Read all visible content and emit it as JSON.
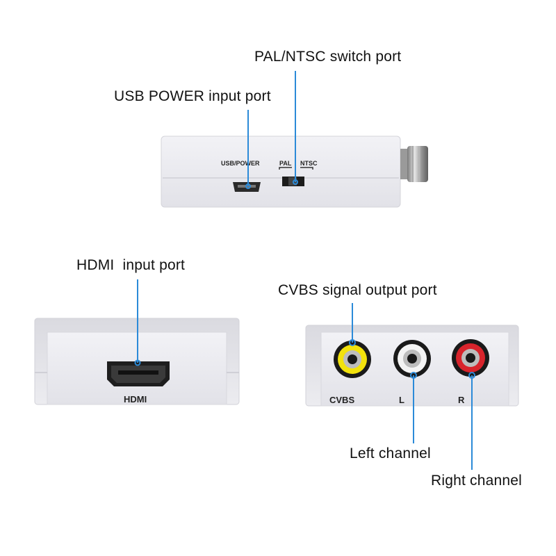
{
  "callouts": {
    "pal_ntsc_switch": "PAL/NTSC switch port",
    "usb_power_input": "USB POWER input port",
    "hdmi_input": "HDMI  input port",
    "cvbs_output": "CVBS signal output port",
    "left_channel": "Left channel",
    "right_channel": "Right channel"
  },
  "device_labels": {
    "usb_power": "USB/POWER",
    "pal": "PAL",
    "ntsc": "NTSC",
    "hdmi": "HDMI",
    "cvbs": "CVBS",
    "left": "L",
    "right": "R"
  },
  "colors": {
    "leader_line": "#2b8ad8",
    "device_body": "#ececf0",
    "rca_yellow": "#f2e20c",
    "rca_white": "#f4f4f4",
    "rca_red": "#d8242c"
  }
}
